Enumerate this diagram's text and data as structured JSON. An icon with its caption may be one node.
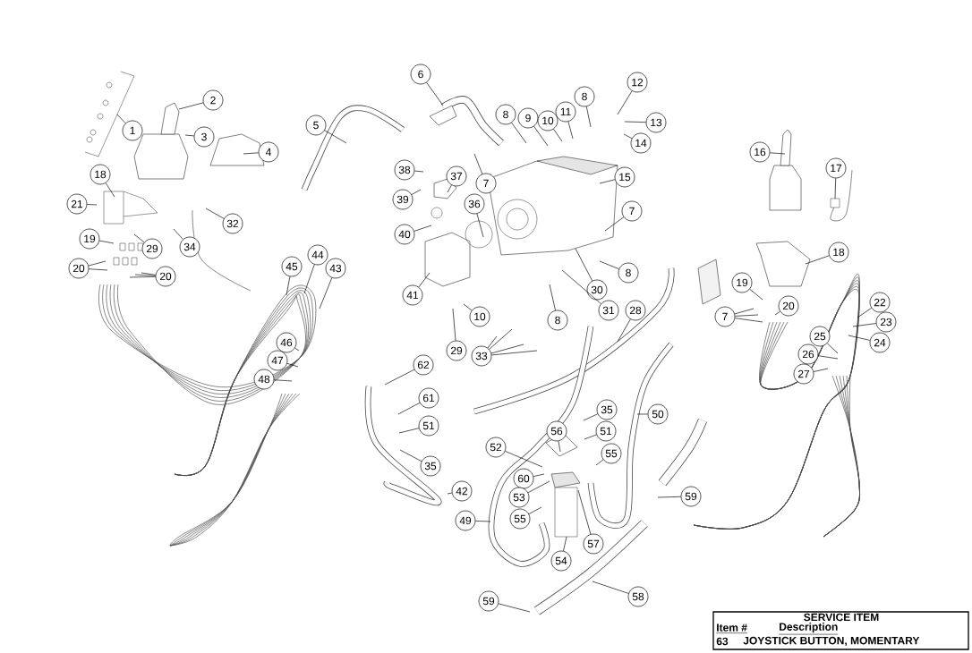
{
  "diagram": {
    "nodes": [
      {
        "text": [
          "6"
        ]
      },
      {
        "text": [
          "12"
        ]
      },
      {
        "text": [
          "8"
        ]
      },
      {
        "text": [
          "2"
        ]
      },
      {
        "text": [
          "11"
        ]
      },
      {
        "text": [
          "8"
        ]
      },
      {
        "text": [
          "9"
        ]
      },
      {
        "text": [
          "10"
        ]
      },
      {
        "text": [
          "13"
        ]
      },
      {
        "text": [
          "5"
        ]
      },
      {
        "text": [
          "1"
        ]
      },
      {
        "text": [
          "3"
        ]
      },
      {
        "text": [
          "14"
        ]
      },
      {
        "text": [
          "4"
        ]
      },
      {
        "text": [
          "16"
        ]
      },
      {
        "text": [
          "38"
        ]
      },
      {
        "text": [
          "17"
        ]
      },
      {
        "text": [
          "37"
        ]
      },
      {
        "text": [
          "15"
        ]
      },
      {
        "text": [
          "18"
        ]
      },
      {
        "text": [
          "7"
        ]
      },
      {
        "text": [
          "21"
        ]
      },
      {
        "text": [
          "39"
        ]
      },
      {
        "text": [
          "36"
        ]
      },
      {
        "text": [
          "7"
        ]
      },
      {
        "text": [
          "32"
        ]
      },
      {
        "text": [
          "40"
        ]
      },
      {
        "text": [
          "19"
        ]
      },
      {
        "text": [
          "34"
        ]
      },
      {
        "text": [
          "29"
        ]
      },
      {
        "text": [
          "18"
        ]
      },
      {
        "text": [
          "20"
        ]
      },
      {
        "text": [
          "20"
        ]
      },
      {
        "text": [
          "45"
        ]
      },
      {
        "text": [
          "44"
        ]
      },
      {
        "text": [
          "43"
        ]
      },
      {
        "text": [
          "8"
        ]
      },
      {
        "text": [
          "19"
        ]
      },
      {
        "text": [
          "30"
        ]
      },
      {
        "text": [
          "41"
        ]
      },
      {
        "text": [
          "22"
        ]
      },
      {
        "text": [
          "20"
        ]
      },
      {
        "text": [
          "28"
        ]
      },
      {
        "text": [
          "31"
        ]
      },
      {
        "text": [
          "7"
        ]
      },
      {
        "text": [
          "10"
        ]
      },
      {
        "text": [
          "8"
        ]
      },
      {
        "text": [
          "23"
        ]
      },
      {
        "text": [
          "25"
        ]
      },
      {
        "text": [
          "46"
        ]
      },
      {
        "text": [
          "24"
        ]
      },
      {
        "text": [
          "29"
        ]
      },
      {
        "text": [
          "26"
        ]
      },
      {
        "text": [
          "33"
        ]
      },
      {
        "text": [
          "47"
        ]
      },
      {
        "text": [
          "62"
        ]
      },
      {
        "text": [
          "27"
        ]
      },
      {
        "text": [
          "48"
        ]
      },
      {
        "text": [
          "61"
        ]
      },
      {
        "text": [
          "35"
        ]
      },
      {
        "text": [
          "50"
        ]
      },
      {
        "text": [
          "51"
        ]
      },
      {
        "text": [
          "56"
        ]
      },
      {
        "text": [
          "51"
        ]
      },
      {
        "text": [
          "52"
        ]
      },
      {
        "text": [
          "55"
        ]
      },
      {
        "text": [
          "35"
        ]
      },
      {
        "text": [
          "60"
        ]
      },
      {
        "text": [
          "42"
        ]
      },
      {
        "text": [
          "59"
        ]
      },
      {
        "text": [
          "53"
        ]
      },
      {
        "text": [
          "55"
        ]
      },
      {
        "text": [
          "49"
        ]
      },
      {
        "text": [
          "57"
        ]
      },
      {
        "text": [
          "54"
        ]
      },
      {
        "text": [
          "58"
        ]
      },
      {
        "text": [
          "59"
        ]
      }
    ],
    "edges": [
      {
        "from": 0,
        "to": null,
        "arrow": "none"
      },
      {
        "from": 1,
        "to": null,
        "arrow": "none"
      },
      {
        "from": 2,
        "to": null,
        "arrow": "none"
      },
      {
        "from": 3,
        "to": null,
        "arrow": "none"
      },
      {
        "from": 4,
        "to": null,
        "arrow": "none"
      },
      {
        "from": 5,
        "to": null,
        "arrow": "none"
      },
      {
        "from": 6,
        "to": null,
        "arrow": "none"
      },
      {
        "from": 7,
        "to": null,
        "arrow": "none"
      },
      {
        "from": 8,
        "to": null,
        "arrow": "none"
      },
      {
        "from": 9,
        "to": null,
        "arrow": "none"
      },
      {
        "from": 10,
        "to": null,
        "arrow": "none"
      },
      {
        "from": 11,
        "to": null,
        "arrow": "none"
      },
      {
        "from": 12,
        "to": null,
        "arrow": "none"
      },
      {
        "from": 13,
        "to": null,
        "arrow": "none"
      },
      {
        "from": 14,
        "to": null,
        "arrow": "none"
      },
      {
        "from": 15,
        "to": null,
        "arrow": "none"
      },
      {
        "from": 16,
        "to": null,
        "arrow": "none"
      },
      {
        "from": 17,
        "to": null,
        "arrow": "none"
      },
      {
        "from": 18,
        "to": null,
        "arrow": "none"
      },
      {
        "from": 19,
        "to": null,
        "arrow": "none"
      },
      {
        "from": 20,
        "to": null,
        "arrow": "none"
      },
      {
        "from": 21,
        "to": null,
        "arrow": "none"
      },
      {
        "from": 22,
        "to": null,
        "arrow": "none"
      },
      {
        "from": 23,
        "to": null,
        "arrow": "none"
      },
      {
        "from": 24,
        "to": null,
        "arrow": "none"
      },
      {
        "from": 25,
        "to": null,
        "arrow": "none"
      },
      {
        "from": 26,
        "to": null,
        "arrow": "none"
      },
      {
        "from": 27,
        "to": null,
        "arrow": "none"
      },
      {
        "from": 28,
        "to": null,
        "arrow": "none"
      },
      {
        "from": 29,
        "to": null,
        "arrow": "none"
      },
      {
        "from": 30,
        "to": null,
        "arrow": "none"
      },
      {
        "from": 31,
        "to": null,
        "arrow": "none"
      },
      {
        "from": 31,
        "to": null,
        "arrow": "none"
      },
      {
        "from": 32,
        "to": null,
        "arrow": "none"
      },
      {
        "from": 32,
        "to": null,
        "arrow": "none"
      },
      {
        "from": 32,
        "to": null,
        "arrow": "none"
      },
      {
        "from": 33,
        "to": null,
        "arrow": "none"
      },
      {
        "from": 34,
        "to": null,
        "arrow": "none"
      },
      {
        "from": 35,
        "to": null,
        "arrow": "none"
      },
      {
        "from": 36,
        "to": null,
        "arrow": "none"
      },
      {
        "from": 37,
        "to": null,
        "arrow": "none"
      },
      {
        "from": 38,
        "to": null,
        "arrow": "none"
      },
      {
        "from": 39,
        "to": null,
        "arrow": "none"
      },
      {
        "from": 40,
        "to": null,
        "arrow": "none"
      },
      {
        "from": 41,
        "to": null,
        "arrow": "none"
      },
      {
        "from": 42,
        "to": null,
        "arrow": "none"
      },
      {
        "from": 43,
        "to": null,
        "arrow": "none"
      },
      {
        "from": 44,
        "to": null,
        "arrow": "none"
      },
      {
        "from": 44,
        "to": null,
        "arrow": "none"
      },
      {
        "from": 44,
        "to": null,
        "arrow": "none"
      },
      {
        "from": 45,
        "to": null,
        "arrow": "none"
      },
      {
        "from": 46,
        "to": null,
        "arrow": "none"
      },
      {
        "from": 47,
        "to": null,
        "arrow": "none"
      },
      {
        "from": 48,
        "to": null,
        "arrow": "none"
      },
      {
        "from": 49,
        "to": null,
        "arrow": "none"
      },
      {
        "from": 50,
        "to": null,
        "arrow": "none"
      },
      {
        "from": 51,
        "to": null,
        "arrow": "none"
      },
      {
        "from": 52,
        "to": null,
        "arrow": "none"
      },
      {
        "from": 53,
        "to": null,
        "arrow": "none"
      },
      {
        "from": 53,
        "to": null,
        "arrow": "none"
      },
      {
        "from": 53,
        "to": null,
        "arrow": "none"
      },
      {
        "from": 53,
        "to": null,
        "arrow": "none"
      },
      {
        "from": 54,
        "to": null,
        "arrow": "none"
      },
      {
        "from": 55,
        "to": null,
        "arrow": "none"
      },
      {
        "from": 56,
        "to": null,
        "arrow": "none"
      },
      {
        "from": 57,
        "to": null,
        "arrow": "none"
      },
      {
        "from": 58,
        "to": null,
        "arrow": "none"
      },
      {
        "from": 59,
        "to": null,
        "arrow": "none"
      },
      {
        "from": 60,
        "to": null,
        "arrow": "none"
      },
      {
        "from": 61,
        "to": null,
        "arrow": "none"
      },
      {
        "from": 62,
        "to": null,
        "arrow": "none"
      },
      {
        "from": 63,
        "to": null,
        "arrow": "none"
      },
      {
        "from": 64,
        "to": null,
        "arrow": "none"
      },
      {
        "from": 65,
        "to": null,
        "arrow": "none"
      },
      {
        "from": 66,
        "to": null,
        "arrow": "none"
      },
      {
        "from": 67,
        "to": null,
        "arrow": "none"
      },
      {
        "from": 68,
        "to": null,
        "arrow": "none"
      },
      {
        "from": 69,
        "to": null,
        "arrow": "none"
      },
      {
        "from": 70,
        "to": null,
        "arrow": "none"
      },
      {
        "from": 71,
        "to": null,
        "arrow": "none"
      },
      {
        "from": 72,
        "to": null,
        "arrow": "none"
      },
      {
        "from": 73,
        "to": null,
        "arrow": "none"
      },
      {
        "from": 74,
        "to": null,
        "arrow": "none"
      },
      {
        "from": 75,
        "to": null,
        "arrow": "none"
      },
      {
        "from": 76,
        "to": null,
        "arrow": "none"
      }
    ],
    "labels": [
      "SERVICE ITEM",
      "Item #",
      "Description",
      "63",
      "JOYSTICK BUTTON, MOMENTARY"
    ]
  }
}
